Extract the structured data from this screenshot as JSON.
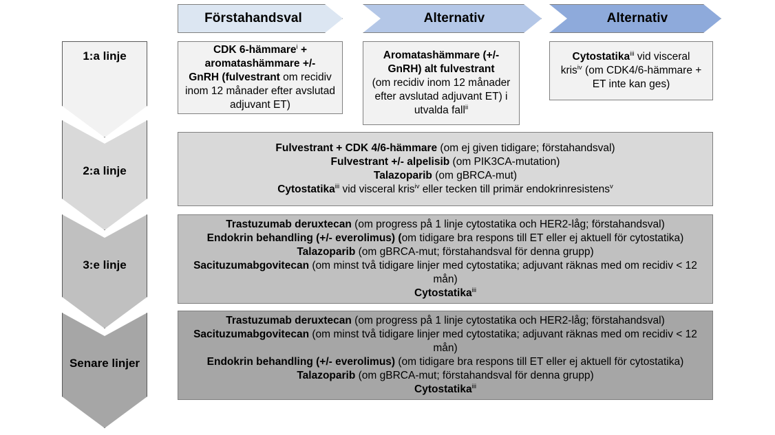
{
  "headers": [
    {
      "label": "Förstahandsval",
      "color": "#dce6f2",
      "shape": "pentagon"
    },
    {
      "label": "Alternativ",
      "color": "#b4c7e7",
      "shape": "chevron"
    },
    {
      "label": "Alternativ",
      "color": "#8eaadb",
      "shape": "chevron"
    }
  ],
  "stages": [
    {
      "label": "1:a linje",
      "color": "#f2f2f2"
    },
    {
      "label": "2:a linje",
      "color": "#d9d9d9"
    },
    {
      "label": "3:e linje",
      "color": "#c0c0c0"
    },
    {
      "label": "Senare linjer",
      "color": "#a6a6a6"
    }
  ],
  "line1": {
    "box_a": {
      "color": "#f2f2f2",
      "lines": [
        {
          "bold": "CDK 6-hämmare",
          "sup": "i",
          "rest": " +"
        },
        {
          "bold": "aromatashämmare +/-",
          "sup": "",
          "rest": ""
        },
        {
          "bold": "GnRH (fulvestrant",
          "sup": "",
          "rest": " om recidiv"
        },
        {
          "bold": "",
          "sup": "",
          "rest": "inom 12 månader efter avslutad"
        },
        {
          "bold": "",
          "sup": "",
          "rest": "adjuvant ET)"
        }
      ]
    },
    "box_b": {
      "color": "#f2f2f2",
      "lines": [
        {
          "bold": "Aromatashämmare (+/-",
          "sup": "",
          "rest": ""
        },
        {
          "bold": "GnRH) alt fulvestrant",
          "sup": "",
          "rest": ""
        },
        {
          "bold": "",
          "sup": "",
          "rest": "(om recidiv inom 12 månader"
        },
        {
          "bold": "",
          "sup": "",
          "rest": "efter avslutad adjuvant ET) i"
        },
        {
          "bold": "",
          "sup": "",
          "rest": "utvalda fall",
          "tail_sup": "ii"
        }
      ]
    },
    "box_c": {
      "color": "#f2f2f2",
      "lines": [
        {
          "bold": "Cytostatika",
          "sup": "iii",
          "rest": " vid visceral"
        },
        {
          "bold": "",
          "sup": "",
          "rest": "kris",
          "mid_sup": "iv",
          "rest2": " (om CDK4/6-hämmare +"
        },
        {
          "bold": "",
          "sup": "",
          "rest": "ET inte kan ges)"
        }
      ]
    }
  },
  "line2": {
    "color": "#d9d9d9",
    "lines": [
      {
        "bold": "Fulvestrant + CDK 4/6-hämmare",
        "rest": " (om ej given tidigare; förstahandsval)"
      },
      {
        "bold": "Fulvestrant +/- alpelisib",
        "rest": " (om PIK3CA-mutation)"
      },
      {
        "bold": "Talazoparib",
        "rest": " (om gBRCA-mut)"
      },
      {
        "bold": "Cytostatika",
        "sup": "iii",
        "rest": " vid visceral kris",
        "mid_sup": "iv",
        "rest2": " eller tecken till primär endokrinresistens",
        "end_sup": "v"
      }
    ]
  },
  "line3": {
    "color": "#c0c0c0",
    "lines": [
      {
        "bold": "Trastuzumab deruxtecan",
        "rest": " (om progress på 1 linje cytostatika och HER2-låg; förstahandsval)"
      },
      {
        "bold": "Endokrin behandling (+/- everolimus) (",
        "rest": "om tidigare bra respons till ET eller ej aktuell för cytostatika)"
      },
      {
        "bold": "Talazoparib",
        "rest": " (om gBRCA-mut; förstahandsval för denna grupp)"
      },
      {
        "bold": "Sacituzumabgovitecan",
        "rest": " (om minst två tidigare linjer med cytostatika; adjuvant räknas med om recidiv < 12 mån)"
      },
      {
        "bold": "Cytostatika",
        "sup": "iii",
        "rest": ""
      }
    ]
  },
  "line4": {
    "color": "#a6a6a6",
    "lines": [
      {
        "bold": "Trastuzumab deruxtecan",
        "rest": " (om progress på 1 linje cytostatika och HER2-låg; förstahandsval)"
      },
      {
        "bold": "Sacituzumabgovitecan",
        "rest": " (om minst två tidigare linjer med cytostatika; adjuvant räknas med om recidiv < 12 mån)"
      },
      {
        "bold": "Endokrin behandling (+/- everolimus)",
        "rest": " (om tidigare bra respons till ET eller ej aktuell för cytostatika)"
      },
      {
        "bold": "Talazoparib",
        "rest": " (om gBRCA-mut; förstahandsval för denna grupp)"
      },
      {
        "bold": "Cytostatika",
        "sup": "iii",
        "rest": ""
      }
    ]
  }
}
